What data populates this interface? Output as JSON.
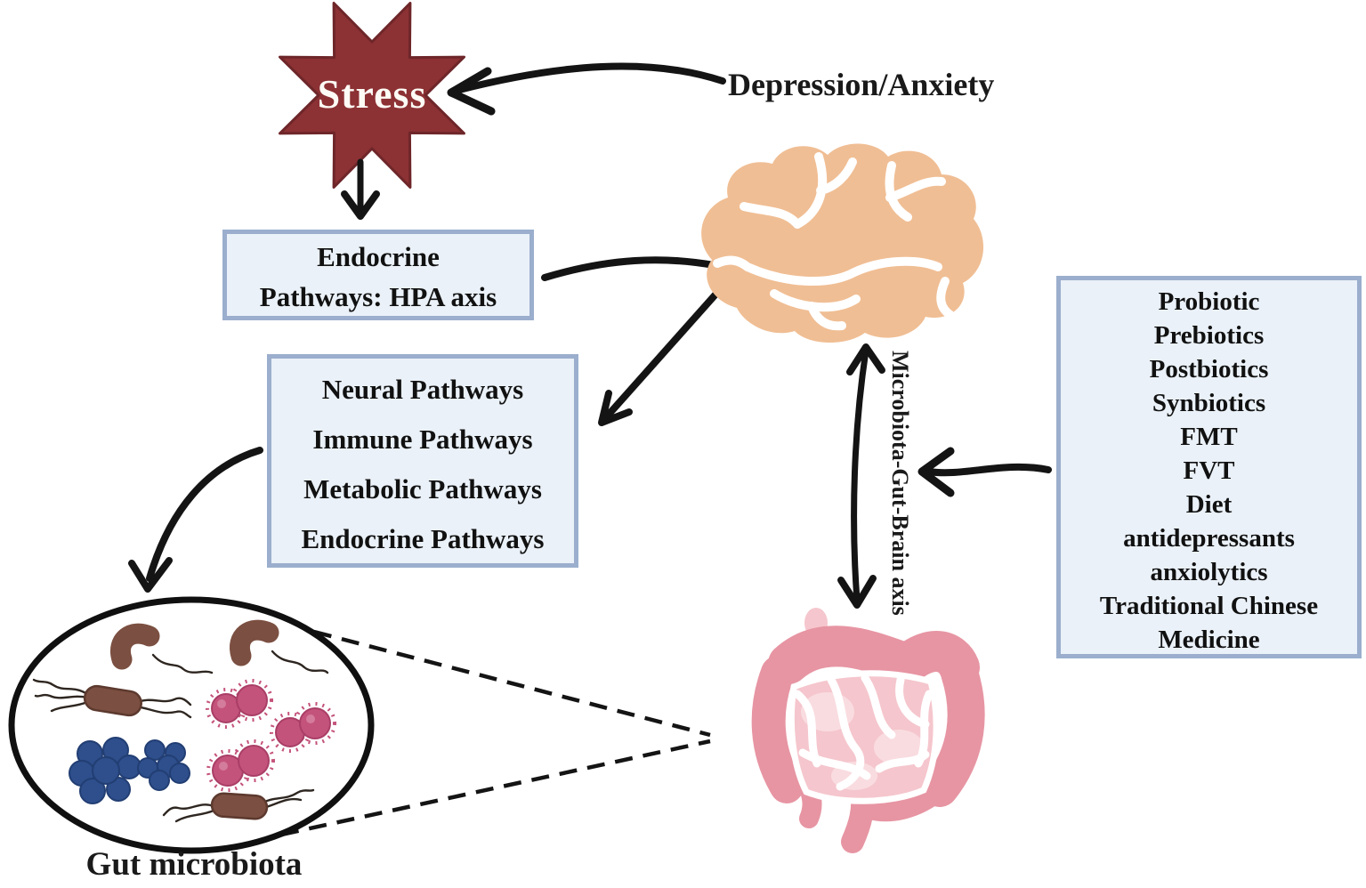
{
  "diagram": {
    "stress": {
      "label": "Stress"
    },
    "depression": {
      "label": "Depression/Anxiety"
    },
    "endocrine_box": {
      "line1": "Endocrine",
      "line2": "Pathways: HPA axis"
    },
    "pathways_box": {
      "items": [
        "Neural Pathways",
        "Immune Pathways",
        "Metabolic Pathways",
        "Endocrine Pathways"
      ]
    },
    "interventions_box": {
      "items": [
        "Probiotic",
        "Prebiotics",
        "Postbiotics",
        "Synbiotics",
        "FMT",
        "FVT",
        "Diet",
        "antidepressants",
        "anxiolytics",
        "Traditional Chinese Medicine"
      ]
    },
    "axis": {
      "label": "Microbiota-Gut-Brain axis"
    },
    "gut_microbiota": {
      "label": "Gut microbiota"
    },
    "colors": {
      "star_fill": "#8C3134",
      "star_border": "#6E2629",
      "box_fill": "#EAF1F8",
      "box_border": "#9BAECD",
      "brain_fill": "#F0BE94",
      "gut_dark": "#E795A3",
      "gut_light": "#F5C6CD",
      "gut_lighter": "#F9DCE0",
      "bacteria_brown": "#7B4F41",
      "bacteria_blue": "#2E4F8C",
      "bacteria_pink": "#C4537B",
      "arrow": "#141414",
      "text": "#1A1A1A",
      "stress_text": "#FDFBF5"
    }
  }
}
